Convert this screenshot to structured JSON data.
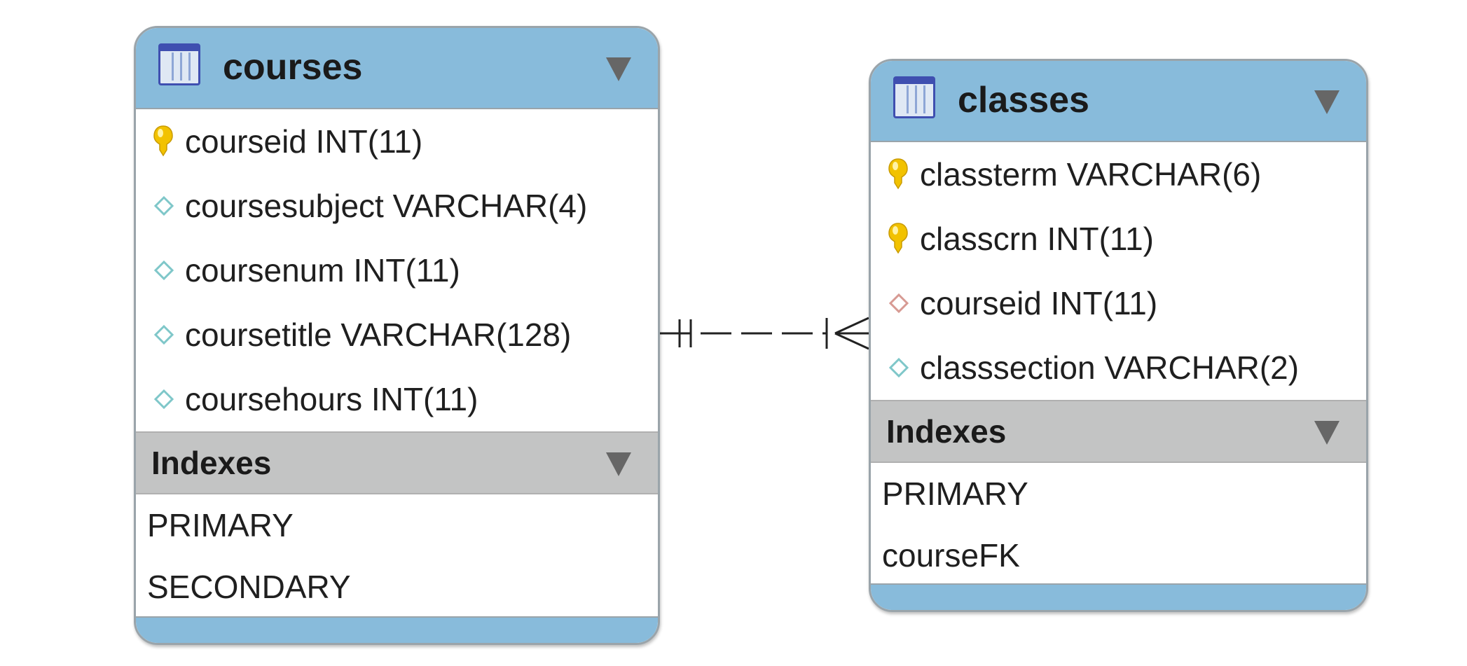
{
  "entities": {
    "courses": {
      "title": "courses",
      "columns": [
        {
          "text": "courseid INT(11)",
          "icon": "primary-key-icon"
        },
        {
          "text": "coursesubject VARCHAR(4)",
          "icon": "column-diamond-icon"
        },
        {
          "text": "coursenum INT(11)",
          "icon": "column-diamond-icon"
        },
        {
          "text": "coursetitle VARCHAR(128)",
          "icon": "column-diamond-icon"
        },
        {
          "text": "coursehours INT(11)",
          "icon": "column-diamond-icon"
        }
      ],
      "indexes_label": "Indexes",
      "indexes": [
        "PRIMARY",
        "SECONDARY"
      ]
    },
    "classes": {
      "title": "classes",
      "columns": [
        {
          "text": "classterm VARCHAR(6)",
          "icon": "primary-key-icon"
        },
        {
          "text": "classcrn INT(11)",
          "icon": "primary-key-icon"
        },
        {
          "text": "courseid INT(11)",
          "icon": "foreign-key-diamond-icon"
        },
        {
          "text": "classsection VARCHAR(2)",
          "icon": "column-diamond-icon"
        }
      ],
      "indexes_label": "Indexes",
      "indexes": [
        "PRIMARY",
        "courseFK"
      ]
    }
  },
  "relationship": {
    "from": "courses",
    "to": "classes",
    "from_cardinality": "one-and-only-one",
    "to_cardinality": "one-or-many",
    "style": "dashed"
  },
  "colors": {
    "header": "#88bbdb",
    "indexes_header": "#c3c4c4",
    "border": "#9aa4aa",
    "primary_key": "#f2c200",
    "column_diamond": "#7fc7c9",
    "foreign_key_diamond": "#d79a93"
  }
}
